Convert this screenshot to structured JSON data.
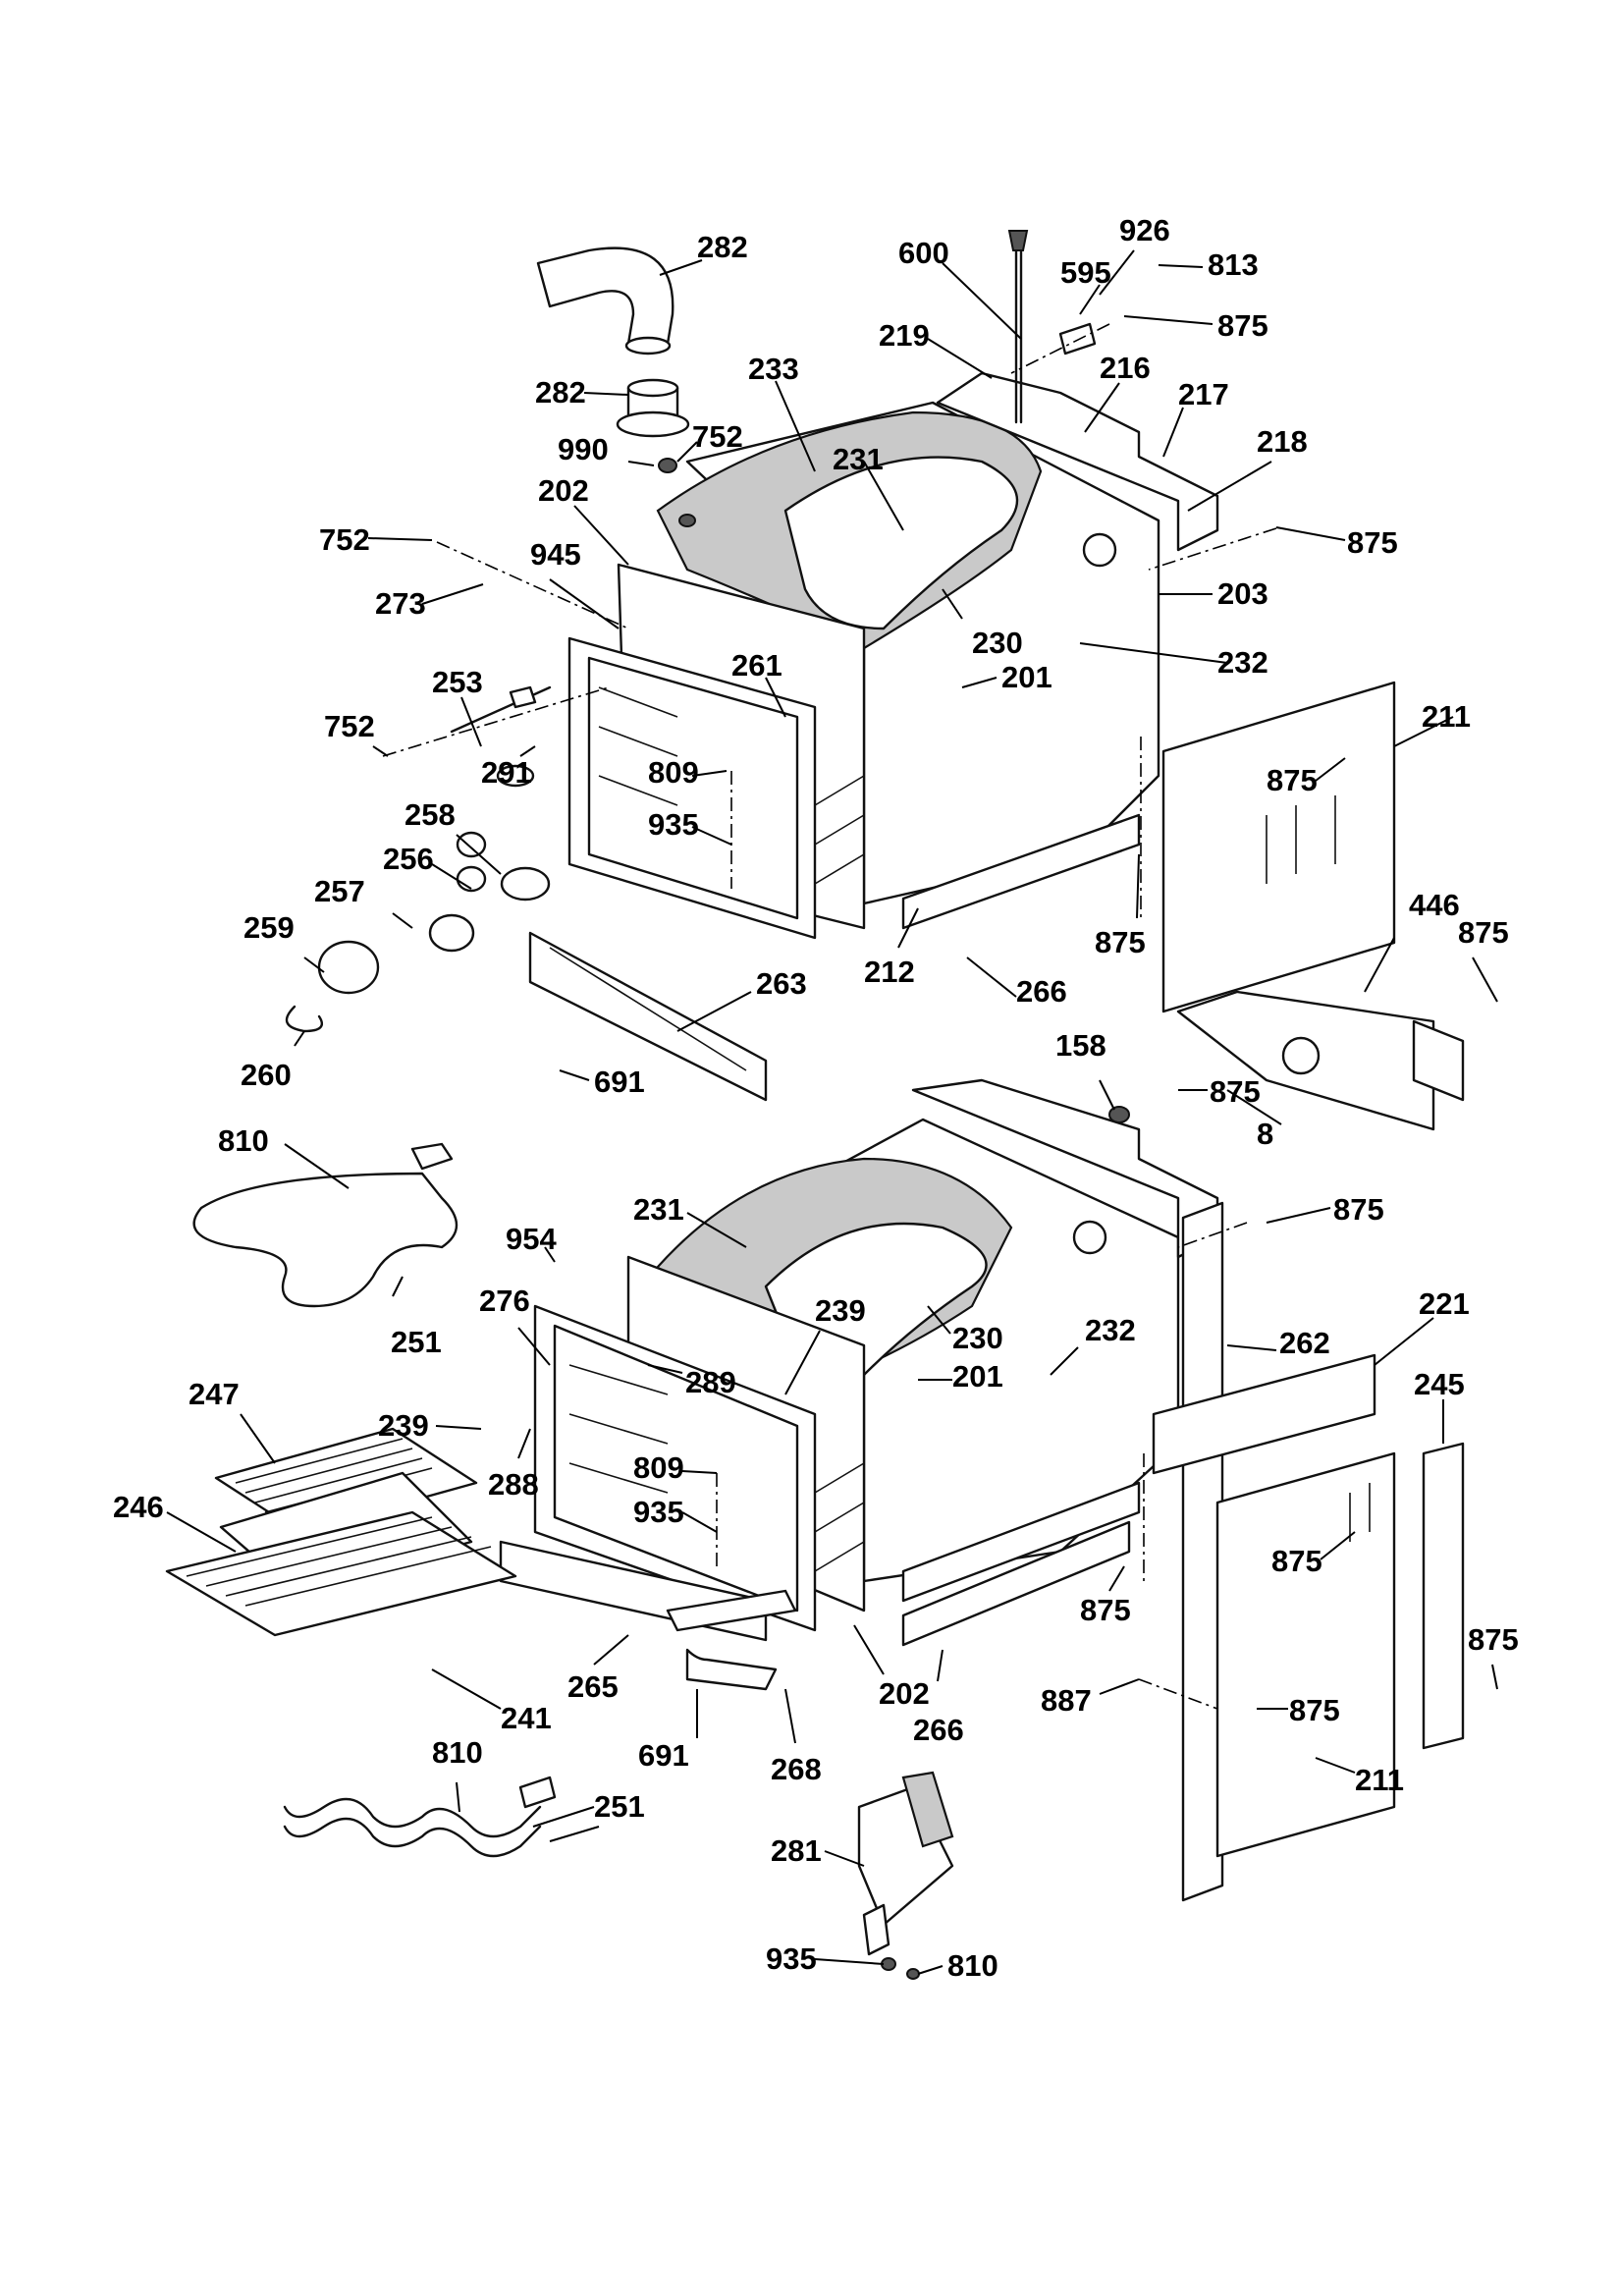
{
  "callouts": [
    {
      "id": "c1",
      "text": "282"
    },
    {
      "id": "c2",
      "text": "600"
    },
    {
      "id": "c3",
      "text": "926"
    },
    {
      "id": "c4",
      "text": "813"
    },
    {
      "id": "c5",
      "text": "595"
    },
    {
      "id": "c6",
      "text": "875"
    },
    {
      "id": "c7",
      "text": "219"
    },
    {
      "id": "c8",
      "text": "216"
    },
    {
      "id": "c9",
      "text": "233"
    },
    {
      "id": "c10",
      "text": "282"
    },
    {
      "id": "c11",
      "text": "217"
    },
    {
      "id": "c12",
      "text": "752"
    },
    {
      "id": "c13",
      "text": "990"
    },
    {
      "id": "c14",
      "text": "218"
    },
    {
      "id": "c15",
      "text": "231"
    },
    {
      "id": "c16",
      "text": "202"
    },
    {
      "id": "c17",
      "text": "752"
    },
    {
      "id": "c18",
      "text": "875"
    },
    {
      "id": "c19",
      "text": "945"
    },
    {
      "id": "c20",
      "text": "203"
    },
    {
      "id": "c21",
      "text": "273"
    },
    {
      "id": "c22",
      "text": "230"
    },
    {
      "id": "c23",
      "text": "232"
    },
    {
      "id": "c24",
      "text": "253"
    },
    {
      "id": "c25",
      "text": "261"
    },
    {
      "id": "c26",
      "text": "201"
    },
    {
      "id": "c27",
      "text": "211"
    },
    {
      "id": "c28",
      "text": "752"
    },
    {
      "id": "c29",
      "text": "809"
    },
    {
      "id": "c30",
      "text": "291"
    },
    {
      "id": "c31",
      "text": "875"
    },
    {
      "id": "c32",
      "text": "935"
    },
    {
      "id": "c33",
      "text": "258"
    },
    {
      "id": "c34",
      "text": "256"
    },
    {
      "id": "c35",
      "text": "257"
    },
    {
      "id": "c36",
      "text": "875"
    },
    {
      "id": "c37",
      "text": "446"
    },
    {
      "id": "c38",
      "text": "875"
    },
    {
      "id": "c39",
      "text": "259"
    },
    {
      "id": "c40",
      "text": "212"
    },
    {
      "id": "c41",
      "text": "266"
    },
    {
      "id": "c42",
      "text": "263"
    },
    {
      "id": "c43",
      "text": "260"
    },
    {
      "id": "c44",
      "text": "158"
    },
    {
      "id": "c45",
      "text": "691"
    },
    {
      "id": "c46",
      "text": "875"
    },
    {
      "id": "c47",
      "text": "8"
    },
    {
      "id": "c48",
      "text": "810"
    },
    {
      "id": "c49",
      "text": "231"
    },
    {
      "id": "c50",
      "text": "875"
    },
    {
      "id": "c51",
      "text": "954"
    },
    {
      "id": "c52",
      "text": "251"
    },
    {
      "id": "c53",
      "text": "276"
    },
    {
      "id": "c54",
      "text": "239"
    },
    {
      "id": "c55",
      "text": "221"
    },
    {
      "id": "c56",
      "text": "230"
    },
    {
      "id": "c57",
      "text": "232"
    },
    {
      "id": "c58",
      "text": "262"
    },
    {
      "id": "c59",
      "text": "201"
    },
    {
      "id": "c60",
      "text": "289"
    },
    {
      "id": "c61",
      "text": "247"
    },
    {
      "id": "c62",
      "text": "245"
    },
    {
      "id": "c63",
      "text": "239"
    },
    {
      "id": "c64",
      "text": "288"
    },
    {
      "id": "c65",
      "text": "809"
    },
    {
      "id": "c66",
      "text": "246"
    },
    {
      "id": "c67",
      "text": "935"
    },
    {
      "id": "c68",
      "text": "875"
    },
    {
      "id": "c69",
      "text": "875"
    },
    {
      "id": "c70",
      "text": "875"
    },
    {
      "id": "c71",
      "text": "241"
    },
    {
      "id": "c72",
      "text": "265"
    },
    {
      "id": "c73",
      "text": "202"
    },
    {
      "id": "c74",
      "text": "887"
    },
    {
      "id": "c75",
      "text": "875"
    },
    {
      "id": "c76",
      "text": "266"
    },
    {
      "id": "c77",
      "text": "691"
    },
    {
      "id": "c78",
      "text": "211"
    },
    {
      "id": "c79",
      "text": "810"
    },
    {
      "id": "c80",
      "text": "268"
    },
    {
      "id": "c81",
      "text": "251"
    },
    {
      "id": "c82",
      "text": "281"
    },
    {
      "id": "c83",
      "text": "935"
    },
    {
      "id": "c84",
      "text": "810"
    }
  ]
}
